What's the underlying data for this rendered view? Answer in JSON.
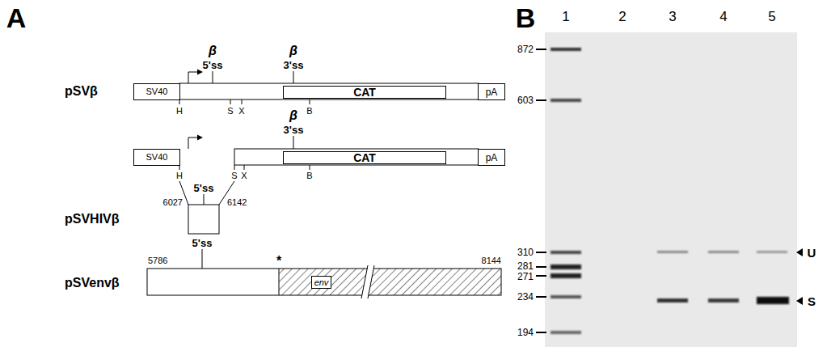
{
  "diagram": {
    "nodes": [
      {
        "text": [
          "SV40"
        ]
      },
      {
        "text": [
          "CAT"
        ]
      },
      {
        "text": [
          "pA"
        ]
      },
      {
        "text": [
          "SV40"
        ]
      },
      {
        "text": [
          "CAT"
        ]
      },
      {
        "text": [
          "pA"
        ]
      },
      {
        "text": [
          "env"
        ]
      }
    ],
    "labels": [
      "A",
      "pSVβ",
      "β",
      "5'ss",
      "β",
      "3'ss",
      "H",
      "S",
      "X",
      "B",
      "β",
      "3'ss",
      "H",
      "S",
      "X",
      "B",
      "pSVHIVβ",
      "5'ss",
      "6027",
      "6142",
      "pSVenvβ",
      "5'ss",
      "*",
      "5786",
      "8144",
      "B",
      "1",
      "2",
      "3",
      "4",
      "5",
      "872",
      "603",
      "310",
      "281",
      "271",
      "234",
      "194",
      "U",
      "S"
    ]
  }
}
